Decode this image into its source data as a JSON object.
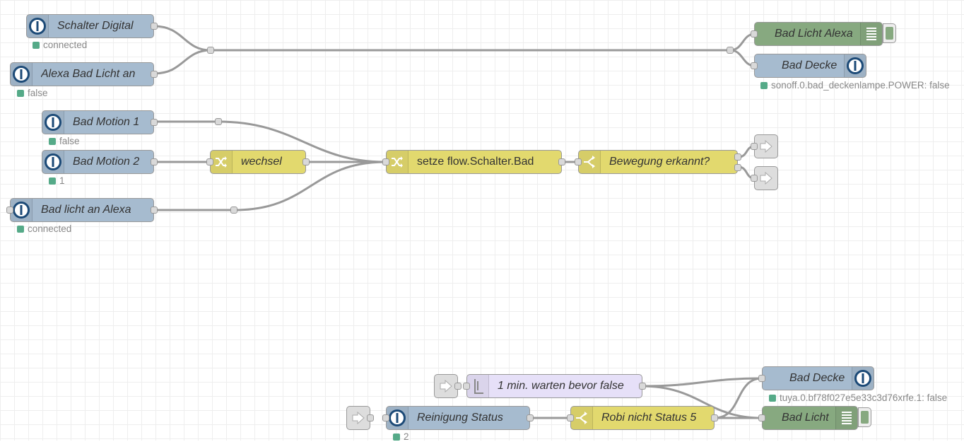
{
  "flow": {
    "nodes": {
      "schalter_digital": {
        "label": "Schalter Digital",
        "status": "connected",
        "icon": "iobroker-icon"
      },
      "alexa_bad_licht_an": {
        "label": "Alexa Bad Licht an",
        "status": "false",
        "icon": "iobroker-icon"
      },
      "bad_licht_alexa": {
        "label": "Bad Licht Alexa",
        "icon": "debug-icon"
      },
      "bad_decke_top": {
        "label": "Bad Decke",
        "status": "sonoff.0.bad_deckenlampe.POWER: false",
        "icon": "iobroker-icon"
      },
      "bad_motion_1": {
        "label": "Bad Motion 1",
        "status": "false",
        "icon": "iobroker-icon"
      },
      "bad_motion_2": {
        "label": "Bad Motion 2",
        "status": "1",
        "icon": "iobroker-icon"
      },
      "wechsel": {
        "label": "wechsel",
        "icon": "change-icon"
      },
      "setze_flow": {
        "label": "setze flow.Schalter.Bad",
        "icon": "change-icon"
      },
      "bewegung": {
        "label": "Bewegung erkannt?",
        "icon": "switch-icon"
      },
      "bad_licht_an_alexa": {
        "label": "Bad licht an Alexa",
        "status": "connected",
        "icon": "iobroker-icon"
      },
      "warten": {
        "label": "1 min. warten bevor false",
        "icon": "delay-icon"
      },
      "bad_decke_bottom": {
        "label": "Bad Decke",
        "status": "tuya.0.bf78f027e5e33c3d76xrfe.1: false",
        "icon": "iobroker-icon"
      },
      "reinigung": {
        "label": "Reinigung Status",
        "status": "2",
        "icon": "iobroker-icon"
      },
      "robi": {
        "label": "Robi nicht Status 5",
        "icon": "switch-icon"
      },
      "bad_licht": {
        "label": "Bad Licht",
        "icon": "debug-icon"
      }
    },
    "colors": {
      "iobroker": "#a6bbcf",
      "function": "#e2d96e",
      "debug": "#87a980",
      "delay": "#e6e0f8",
      "link": "#dddddd",
      "status_ok": "#55aa88",
      "wire": "#999999"
    }
  }
}
